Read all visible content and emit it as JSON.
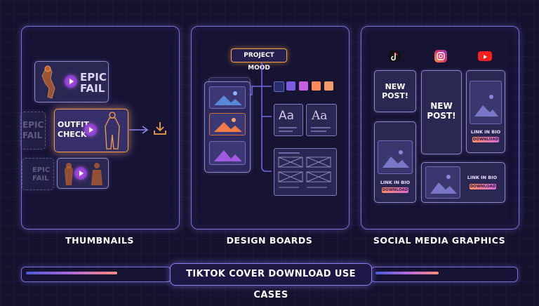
{
  "banner": {
    "title": "TIKTOK COVER DOWNLOAD USE CASES"
  },
  "panels": [
    {
      "caption": "THUMBNAILS"
    },
    {
      "caption": "DESIGN BOARDS"
    },
    {
      "caption": "SOCIAL MEDIA GRAPHICS"
    }
  ],
  "thumbnails": {
    "card1": {
      "line1": "EPIC",
      "line2": "FAIL"
    },
    "card2": {
      "line1": "OUTFIT",
      "line2": "CHECK"
    },
    "card3": {
      "line1": "EPIC",
      "line2": "FAIL"
    },
    "card4": {
      "line1": "EPIC",
      "line2": "FAIL"
    }
  },
  "design": {
    "project_label": "PROJECT MOOD",
    "swatches": [
      "#3a3a8a",
      "#7b5ce0",
      "#c460e0",
      "#ff8a5c",
      "#f29a6a"
    ],
    "aa1": "Aa",
    "aa2": "Aa"
  },
  "social": {
    "icons": [
      "tiktok-icon",
      "instagram-icon",
      "youtube-icon"
    ],
    "new_post_1": [
      "NEW",
      "POST!"
    ],
    "new_post_2": [
      "NEW",
      "POST!"
    ],
    "link_in_bio": "LINK IN BIO",
    "download": "DOWNLOAD"
  },
  "colors": {
    "accent": "#7a6fd6",
    "highlight": "#f0a04a"
  }
}
